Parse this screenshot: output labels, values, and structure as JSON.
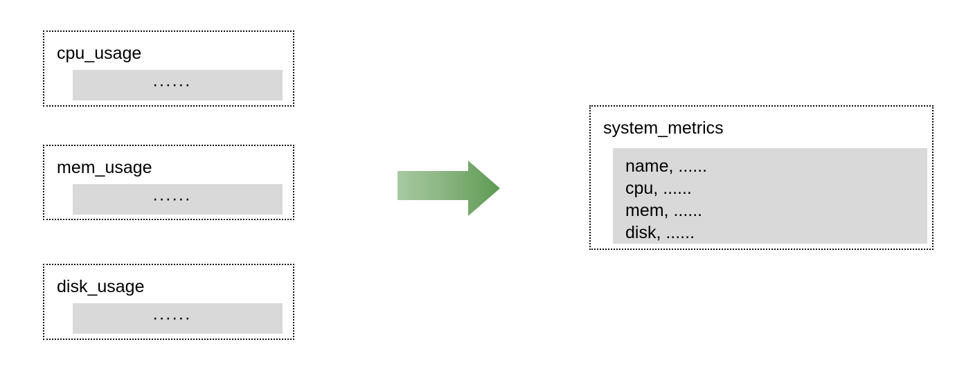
{
  "diagram": {
    "type": "data-flow-merge",
    "sources": [
      {
        "id": "cpu_usage",
        "title": "cpu_usage",
        "body_text": "······",
        "body_placeholder": "......"
      },
      {
        "id": "mem_usage",
        "title": "mem_usage",
        "body_text": "······",
        "body_placeholder": "......"
      },
      {
        "id": "disk_usage",
        "title": "disk_usage",
        "body_text": "······",
        "body_placeholder": "......"
      }
    ],
    "connector": {
      "name": "arrow-right",
      "direction": "right",
      "gradient_start": "#a9c9a3",
      "gradient_end": "#5e9955"
    },
    "target": {
      "id": "system_metrics",
      "title": "system_metrics",
      "fields": [
        "name, ......",
        "cpu, ......",
        "mem, ......",
        "disk, ......"
      ]
    },
    "colors": {
      "panel_fill": "#d9d9d9",
      "border": "#0a0a0a",
      "text": "#000000",
      "background": "#ffffff"
    }
  }
}
